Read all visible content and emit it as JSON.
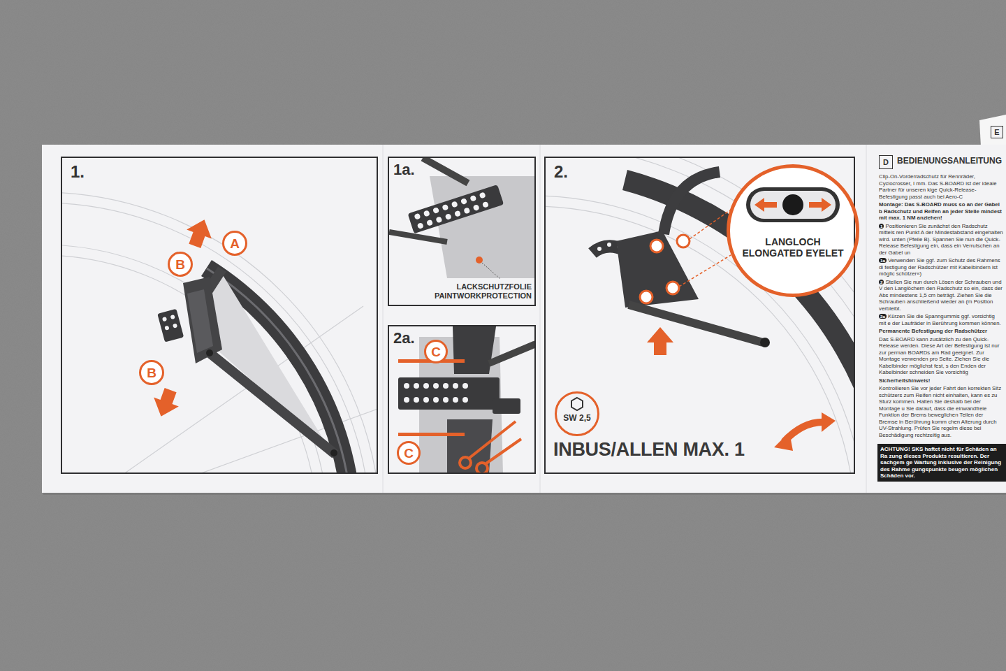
{
  "diagram": {
    "nodes": [
      {
        "text": [
          "1."
        ]
      },
      {
        "text": [
          "A"
        ],
        "in": 0
      },
      {
        "text": [
          "B"
        ],
        "in": 0
      },
      {
        "text": [
          "B"
        ],
        "in": 0
      },
      {
        "text": [
          "1a."
        ]
      },
      {
        "text": [
          "2a."
        ]
      },
      {
        "text": [
          "C"
        ],
        "in": 5
      },
      {
        "text": [
          "C"
        ],
        "in": 5
      },
      {
        "text": [
          "2."
        ]
      },
      {
        "text": [
          "LANGLOCH ELONGATED EYELET"
        ],
        "in": 8
      },
      {
        "text": [
          "SW 2,5"
        ],
        "in": 8
      },
      {
        "text": [
          "D"
        ]
      },
      {
        "text": [
          "ACHTUNG! SKS haftet nicht für Schäden an Ra zung dieses Produkts resultieren. Der sachgem ge Wartung inklusive der Reinigung des Rahme gungspunkte beugen möglichen Schäden vor."
        ]
      },
      {
        "text": [
          "E"
        ]
      }
    ],
    "labels": [
      "LACKSCHUTZFOLIE PAINTWORKPROTECTION",
      "INBUS/ALLEN MAX. 1",
      "BEDIENUNGSANLEITUNG",
      "Clip-On-Vorderradschutz für Rennräder, Cyclocrosser, I mm. Das S-BOARD ist der ideale Partner für unseren kige Quick-Release-Befestigung passt auch bei Aero-C",
      "Montage: Das S-BOARD muss so an der Gabel b Radschutz und Reifen an jeder Stelle mindest mit max. 1 NM anziehen!",
      "1",
      "Positionieren Sie zunächst den Radschutz mittels ren Punkt A der Mindestabstand eingehalten wird. unten (Pfeile B). Spannen Sie nun die Quick-Release Befestigung ein, dass ein Verrutschen an der Gabel un",
      "1a",
      "Verwenden Sie ggf. zum Schutz des Rahmens di festigung der Radschützer mit Kabelbindern ist möglic schützer«)",
      "2",
      "Stellen Sie nun durch Lösen der Schrauben und V den Langlöchern den Radschutz so ein, dass der Abs mindestens 1,5 cm beträgt. Ziehen Sie die Schrauben anschließend wieder an (m Position verbleibt.",
      "2a",
      "Kürzen Sie die Spanngummis ggf. vorsichtig mit e der Laufräder in Berührung kommen können.",
      "Permanente Befestigung der Radschützer",
      "Das S-BOARD kann zusätzlich zu den Quick-Release werden. Diese Art der Befestigung ist nur zur perman BOARDs am Rad geeignet. Zur Montage verwenden pro Seite. Ziehen Sie die Kabelbinder möglichst fest, s den Enden der Kabelbinder schneiden Sie vorsichtig",
      "Sicherheitshinweis!",
      "Kontrollieren Sie vor jeder Fahrt den korrekten Sitz schützers zum Reifen nicht einhalten, kann es zu Sturz kommen. Halten Sie deshalb bei der Montage u Sie darauf, dass die einwandfreie Funktion der Brems beweglichen Teilen der Bremse in Berührung komm chen Alterung durch UV-Strahlung. Prüfen Sie regelm diese bei Beschädigung rechtzeitig aus."
    ]
  }
}
